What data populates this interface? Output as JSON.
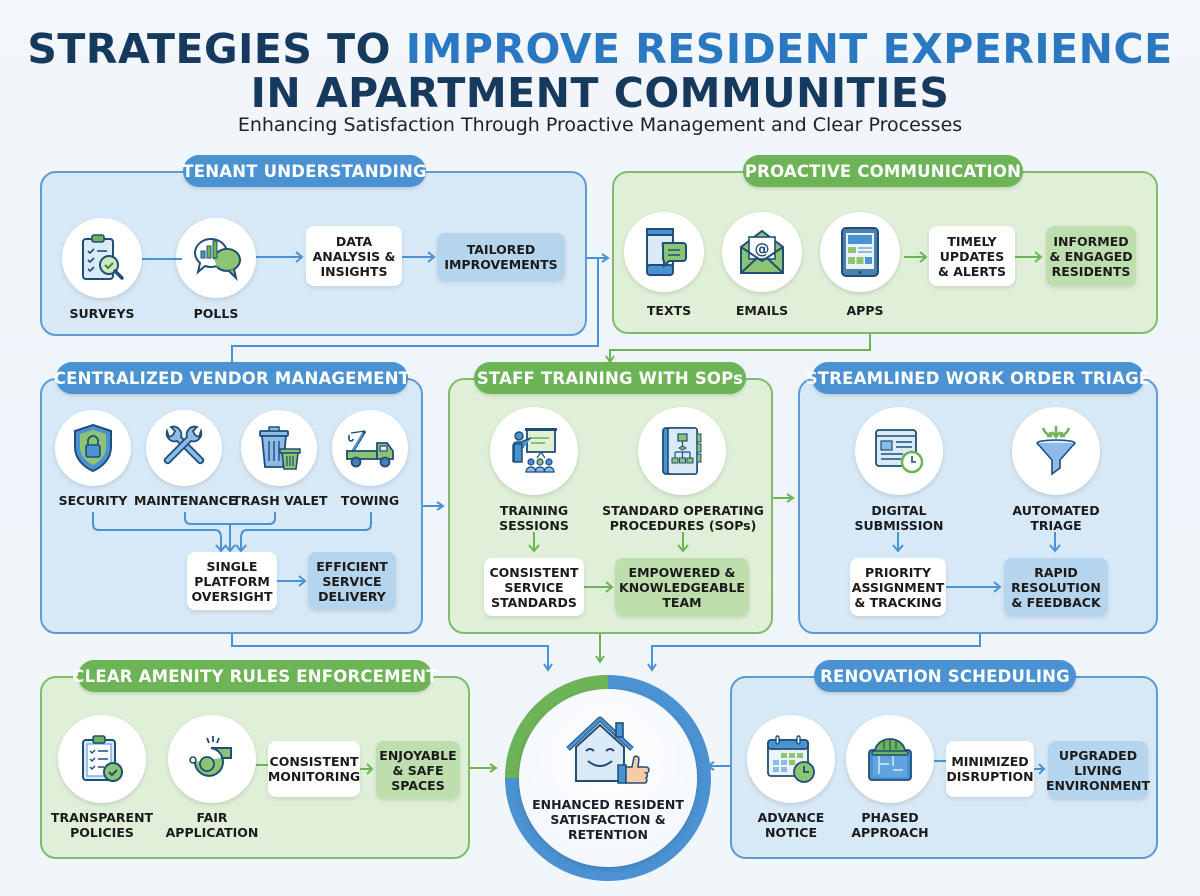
{
  "header": {
    "title_line1_prefix": "STRATEGIES TO ",
    "title_line1_highlight": "IMPROVE RESIDENT EXPERIENCE",
    "title_line2": "IN APARTMENT COMMUNITIES",
    "subtitle": "Enhancing Satisfaction Through Proactive Management and Clear Processes"
  },
  "colors": {
    "title_dark": "#163a5e",
    "title_accent": "#2b78c2",
    "blue_pill": "#4b92d2",
    "green_pill": "#6db457",
    "blue_panel": "#d7e8f6",
    "green_panel": "#e0efd8",
    "blue_border": "#5d9bd5",
    "green_border": "#7fbd6a"
  },
  "sections": {
    "tenant_understanding": {
      "title": "TENANT UNDERSTANDING",
      "inputs": [
        {
          "label": "SURVEYS",
          "icon": "clipboard-magnifier-icon"
        },
        {
          "label": "POLLS",
          "icon": "chat-bar-chart-icon"
        }
      ],
      "process": "DATA\nANALYSIS &\nINSIGHTS",
      "outcome": "TAILORED\nIMPROVEMENTS"
    },
    "proactive_communication": {
      "title": "PROACTIVE COMMUNICATION",
      "inputs": [
        {
          "label": "TEXTS",
          "icon": "phone-message-icon"
        },
        {
          "label": "EMAILS",
          "icon": "envelope-at-icon"
        },
        {
          "label": "APPS",
          "icon": "tablet-app-icon"
        }
      ],
      "process": "TIMELY\nUPDATES\n& ALERTS",
      "outcome": "INFORMED\n& ENGAGED\nRESIDENTS"
    },
    "vendor_management": {
      "title": "CENTRALIZED VENDOR MANAGEMENT",
      "inputs": [
        {
          "label": "SECURITY",
          "icon": "shield-lock-icon"
        },
        {
          "label": "MAINTENANCE",
          "icon": "wrench-icon"
        },
        {
          "label": "TRASH VALET",
          "icon": "trash-bins-icon"
        },
        {
          "label": "TOWING",
          "icon": "tow-truck-icon"
        }
      ],
      "process": "SINGLE\nPLATFORM\nOVERSIGHT",
      "outcome": "EFFICIENT\nSERVICE\nDELIVERY"
    },
    "staff_training": {
      "title": "STAFF TRAINING WITH SOPs",
      "inputs": [
        {
          "label": "TRAINING\nSESSIONS",
          "icon": "presentation-icon"
        },
        {
          "label": "STANDARD OPERATING\nPROCEDURES (SOPs)",
          "icon": "sop-binder-icon"
        }
      ],
      "process": "CONSISTENT\nSERVICE\nSTANDARDS",
      "outcome": "EMPOWERED &\nKNOWLEDGEABLE\nTEAM"
    },
    "work_order_triage": {
      "title": "STREAMLINED WORK ORDER TRIAGE",
      "inputs": [
        {
          "label": "DIGITAL\nSUBMISSION",
          "icon": "web-form-clock-icon"
        },
        {
          "label": "AUTOMATED\nTRIAGE",
          "icon": "funnel-icon"
        }
      ],
      "process": "PRIORITY\nASSIGNMENT\n& TRACKING",
      "outcome": "RAPID\nRESOLUTION\n& FEEDBACK"
    },
    "amenity_rules": {
      "title": "CLEAR AMENITY RULES ENFORCEMENT",
      "inputs": [
        {
          "label": "TRANSPARENT\nPOLICIES",
          "icon": "clipboard-check-icon"
        },
        {
          "label": "FAIR\nAPPLICATION",
          "icon": "whistle-icon"
        }
      ],
      "process": "CONSISTENT\nMONITORING",
      "outcome": "ENJOYABLE\n& SAFE\nSPACES"
    },
    "renovation_scheduling": {
      "title": "RENOVATION SCHEDULING",
      "inputs": [
        {
          "label": "ADVANCE\nNOTICE",
          "icon": "calendar-clock-icon"
        },
        {
          "label": "PHASED\nAPPROACH",
          "icon": "hardhat-blueprint-icon"
        }
      ],
      "process": "MINIMIZED\nDISRUPTION",
      "outcome": "UPGRADED\nLIVING\nENVIRONMENT"
    }
  },
  "hub": {
    "label": "ENHANCED RESIDENT\nSATISFACTION &\nRETENTION",
    "icon": "happy-house-thumbs-up-icon"
  }
}
